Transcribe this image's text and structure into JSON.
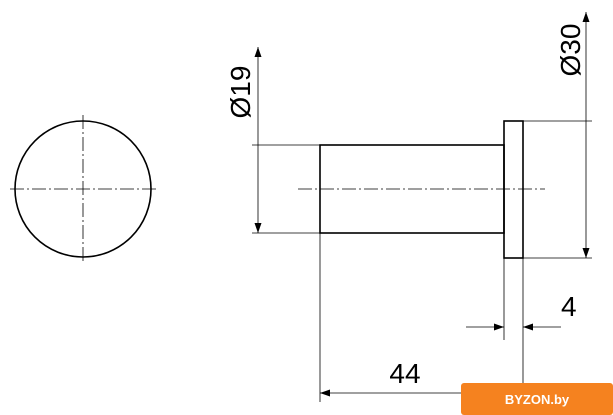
{
  "drawing": {
    "dimensions": {
      "shaft_diameter": "Ø19",
      "flange_diameter": "Ø30",
      "flange_thickness": "4",
      "total_length": "44"
    }
  },
  "watermark": {
    "text": "BYZON.by",
    "color": "#f5821f"
  }
}
